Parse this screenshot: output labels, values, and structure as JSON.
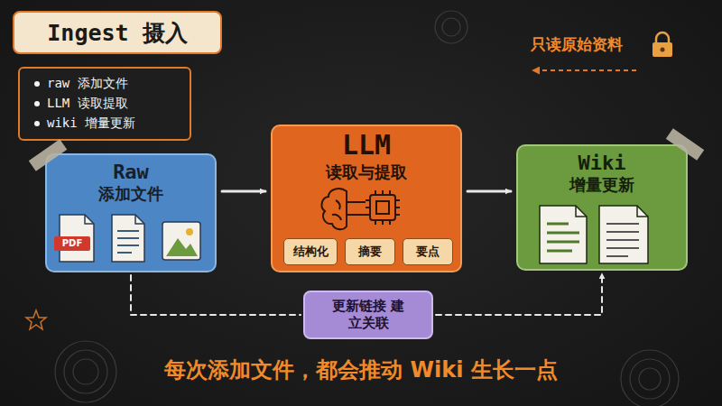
{
  "diagram": {
    "title": "Ingest 摄入",
    "caption": "每次添加文件，都会推动 Wiki 生长一点",
    "nodes": [
      {
        "text": [
          "raw 添加文件",
          "LLM 读取提取",
          "wiki 增量更新"
        ]
      },
      {
        "text": [
          "Raw",
          "添加文件"
        ]
      },
      {
        "text": [
          "LLM",
          "读取与提取"
        ]
      },
      {
        "text": [
          "结构化"
        ],
        "in": 2
      },
      {
        "text": [
          "摘要"
        ],
        "in": 2
      },
      {
        "text": [
          "要点"
        ],
        "in": 2
      },
      {
        "text": [
          "Wiki",
          "增量更新"
        ]
      },
      {
        "text": [
          "更新链接 建立关联"
        ]
      }
    ],
    "edges": [
      {
        "from": 1,
        "to": 2,
        "arrow": "to"
      },
      {
        "from": 2,
        "to": 6,
        "arrow": "to"
      },
      {
        "from": 1,
        "to": 7,
        "arrow": "none"
      },
      {
        "from": 7,
        "to": 6,
        "arrow": "to"
      }
    ],
    "labels": [
      "只读原始资料",
      "PDF"
    ]
  }
}
